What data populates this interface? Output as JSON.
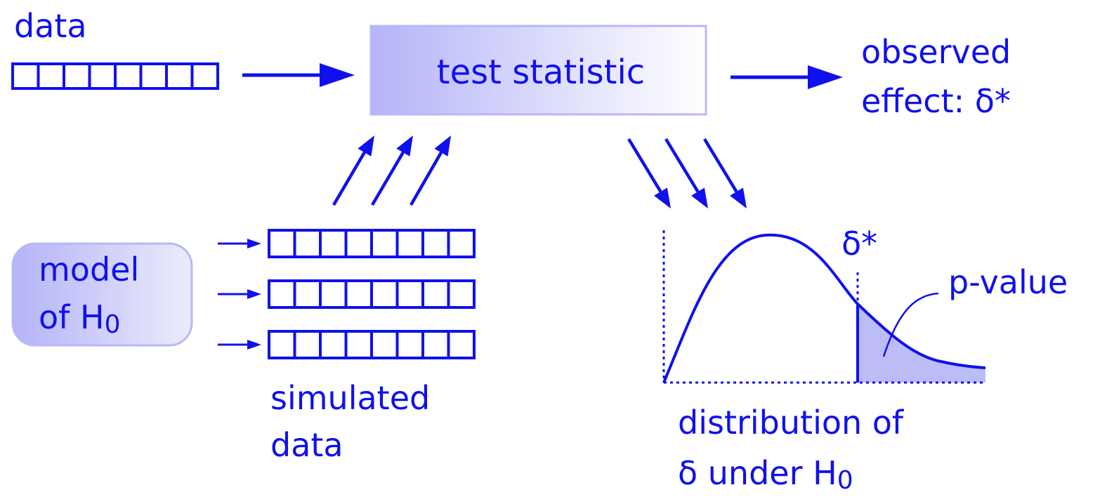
{
  "colors": {
    "primary": "#1010ee",
    "fill_light": "#bcbcf6",
    "fill_box_start": "#b4b4f8",
    "fill_box_end": "#ffffff",
    "border_light": "#b8b8f4"
  },
  "labels": {
    "data": "data",
    "test_statistic": "test statistic",
    "observed_line1": "observed",
    "observed_line2": "effect: δ*",
    "model_line1": "model",
    "model_line2_prefix": "of H",
    "model_line2_sub": "0",
    "simulated_line1": "simulated",
    "simulated_line2": "data",
    "delta_star": "δ*",
    "p_value": "p-value",
    "distribution_line1": "distribution of",
    "distribution_line2_prefix": "δ under H",
    "distribution_line2_sub": "0"
  },
  "data_cells": 8,
  "simulated_rows": 3
}
